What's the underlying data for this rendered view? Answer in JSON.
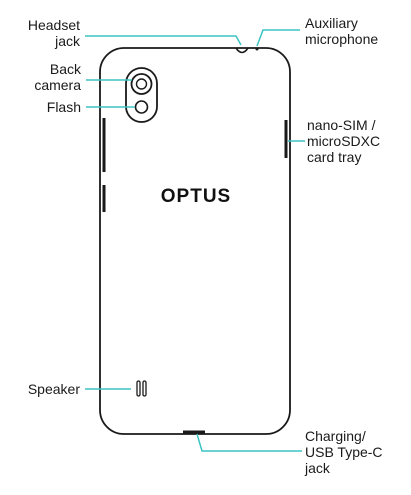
{
  "brand": "OPTUS",
  "callouts": {
    "headset_jack": [
      "Headset",
      "jack"
    ],
    "back_camera": [
      "Back",
      "camera"
    ],
    "flash": [
      "Flash"
    ],
    "speaker": [
      "Speaker"
    ],
    "auxiliary_microphone": [
      "Auxiliary",
      "microphone"
    ],
    "sim_tray": [
      "nano-SIM /",
      "microSDXC",
      "card tray"
    ],
    "charging_port": [
      "Charging/",
      "USB Type-C",
      "jack"
    ]
  },
  "colors": {
    "outline": "#1a1a1a",
    "leader": "#3cc3c3",
    "text": "#1a1a1a"
  }
}
